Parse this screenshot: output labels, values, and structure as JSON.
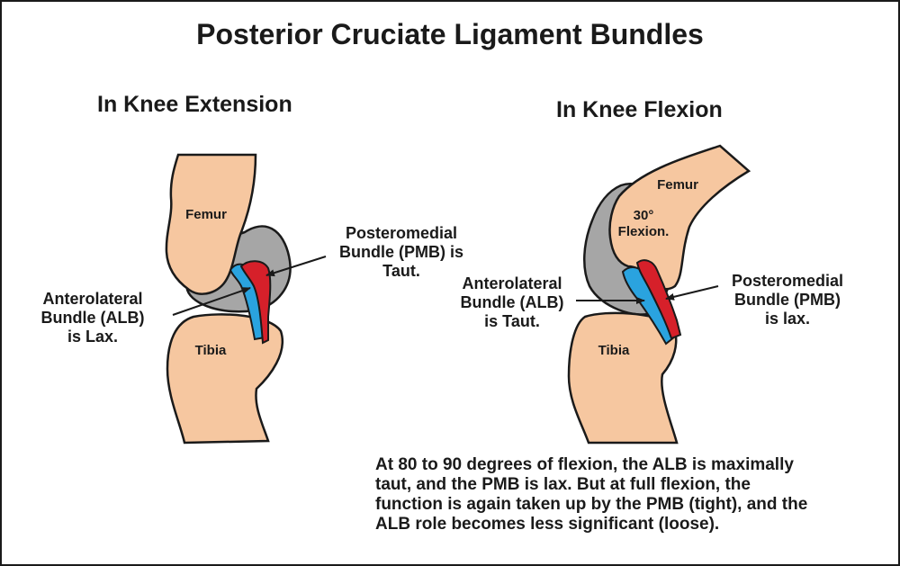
{
  "title": "Posterior Cruciate Ligament Bundles",
  "extension": {
    "heading": "In Knee Extension",
    "femur_label": "Femur",
    "tibia_label": "Tibia",
    "alb_label_lines": [
      "Anterolateral",
      "Bundle (ALB)",
      "is Lax."
    ],
    "pmb_label_lines": [
      "Posteromedial",
      "Bundle (PMB) is",
      "Taut."
    ]
  },
  "flexion": {
    "heading": "In Knee Flexion",
    "femur_label": "Femur",
    "angle_label_lines": [
      "30°",
      "Flexion."
    ],
    "tibia_label": "Tibia",
    "alb_label_lines": [
      "Anterolateral",
      "Bundle (ALB)",
      "is Taut."
    ],
    "pmb_label_lines": [
      "Posteromedial",
      "Bundle (PMB)",
      "is lax."
    ]
  },
  "note_lines": [
    "At 80 to 90 degrees of flexion, the ALB is maximally",
    "taut, and the PMB is lax. But at full flexion, the",
    "function is again taken up by the PMB (tight), and the",
    "ALB role becomes less significant (loose)."
  ],
  "colors": {
    "bone": "#f6c7a0",
    "capsule": "#a6a6a6",
    "alb": "#2aa3df",
    "pmb": "#d6202a",
    "outline": "#1a1a1a"
  }
}
